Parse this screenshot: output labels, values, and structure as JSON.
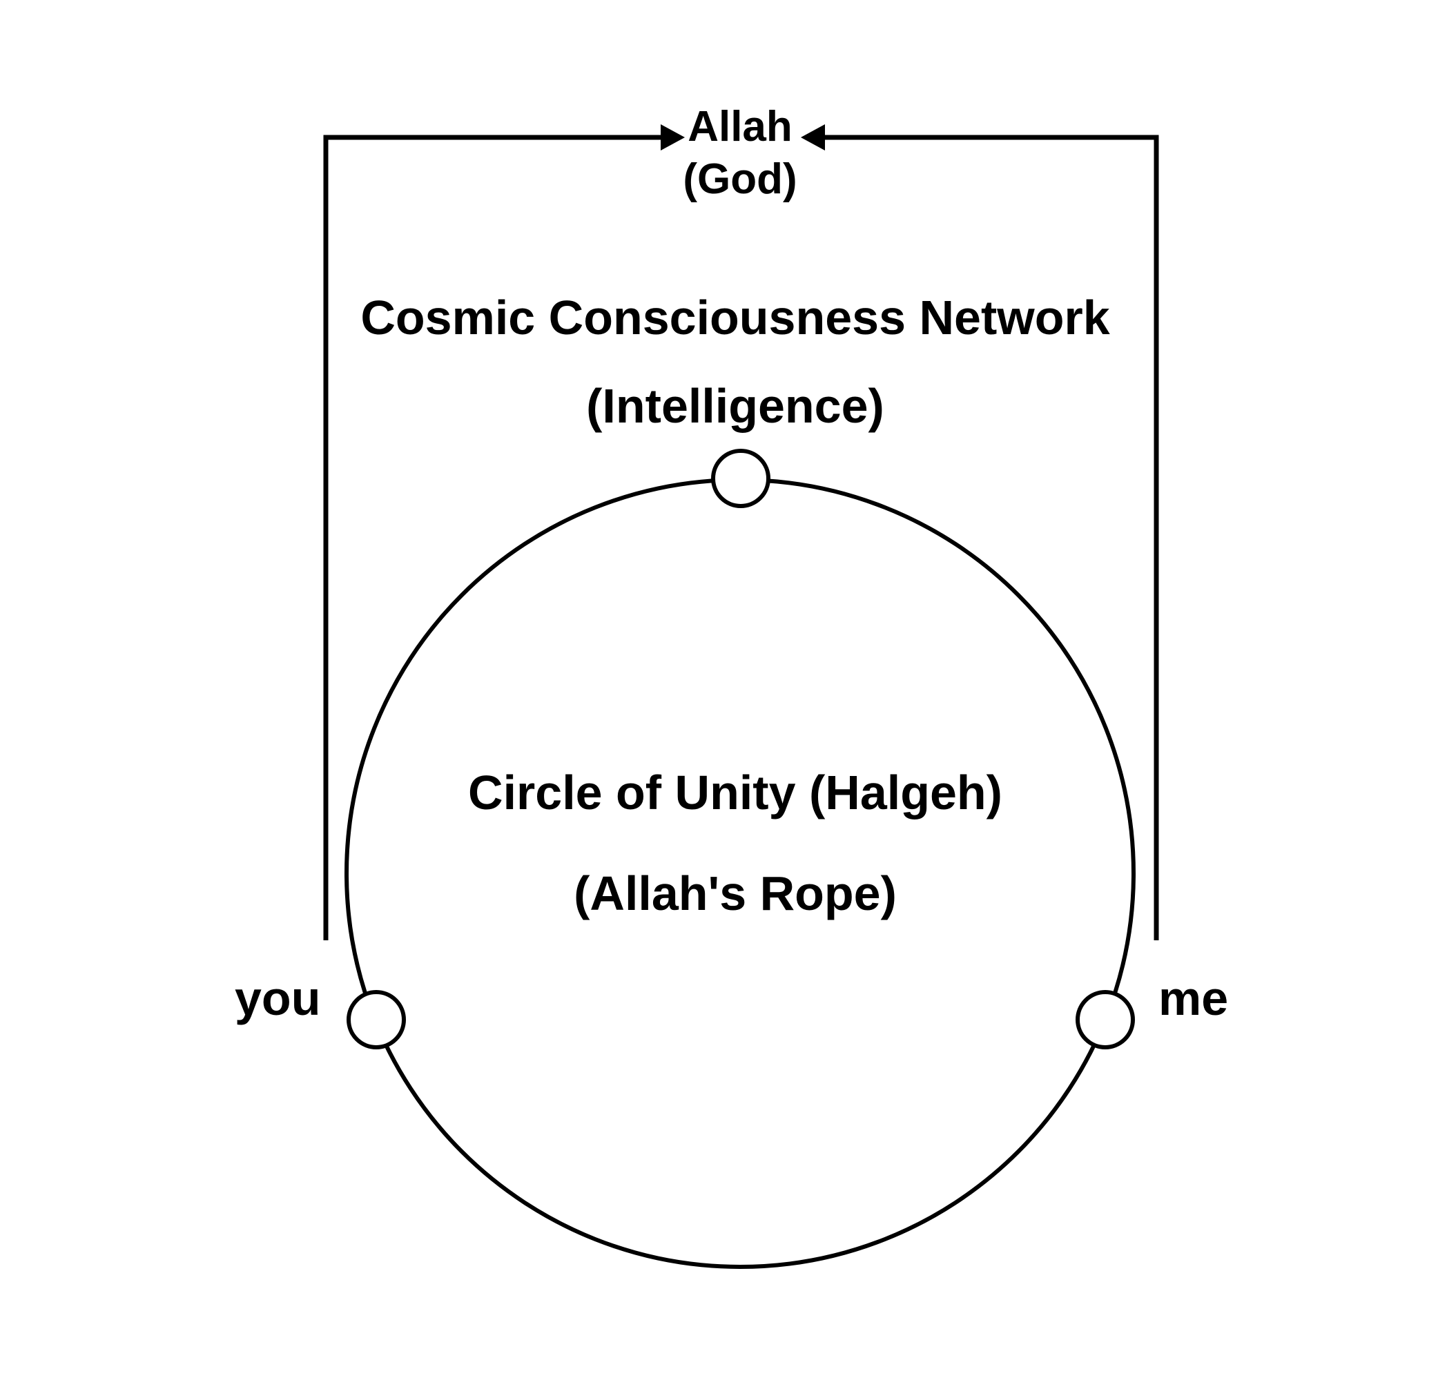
{
  "diagram": {
    "god_label": "Allah",
    "god_sublabel": "(God)",
    "network_label": "Cosmic Consciousness Network",
    "network_sublabel": "(Intelligence)",
    "circle_label": "Circle of Unity (Halgeh)",
    "circle_sublabel": "(Allah's Rope)",
    "left_node_label": "you",
    "right_node_label": "me"
  },
  "colors": {
    "ink": "#000000",
    "background": "#ffffff"
  }
}
